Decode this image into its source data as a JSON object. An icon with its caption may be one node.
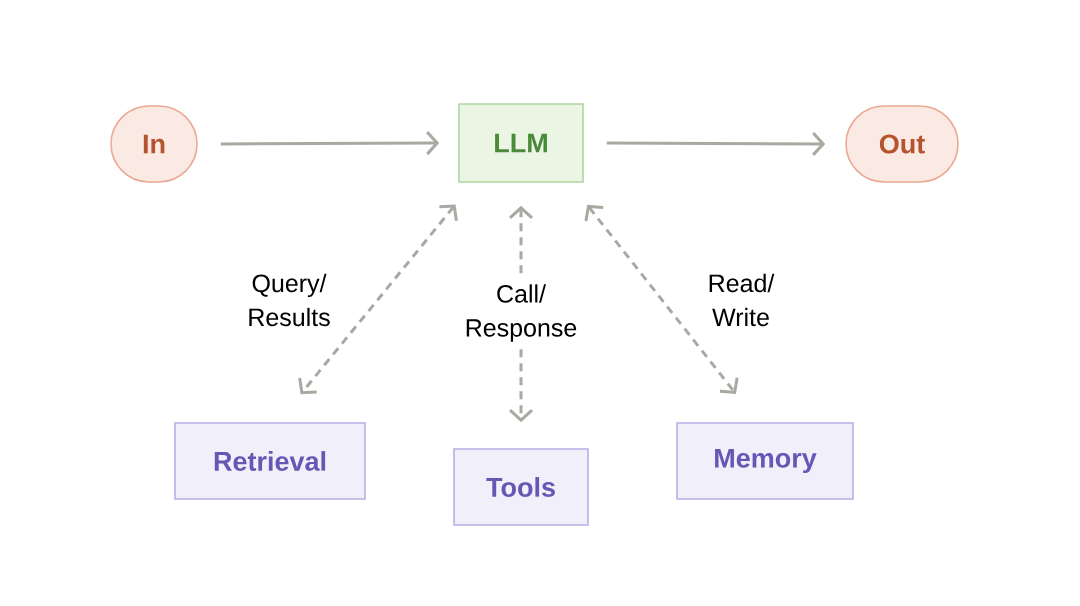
{
  "diagram": {
    "nodes": [
      {
        "text": [
          "In"
        ]
      },
      {
        "text": [
          "LLM"
        ]
      },
      {
        "text": [
          "Out"
        ]
      },
      {
        "text": [
          "Retrieval"
        ]
      },
      {
        "text": [
          "Tools"
        ]
      },
      {
        "text": [
          "Memory"
        ]
      }
    ],
    "edges": [
      {
        "from": 0,
        "to": 1,
        "arrow": "to"
      },
      {
        "from": 1,
        "to": 2,
        "arrow": "to"
      },
      {
        "from": 1,
        "to": 3,
        "arrow": "both",
        "style": "dashed",
        "label": "Query/ Results"
      },
      {
        "from": 1,
        "to": 4,
        "arrow": "both",
        "style": "dashed",
        "label": "Call/ Response"
      },
      {
        "from": 1,
        "to": 5,
        "arrow": "both",
        "style": "dashed",
        "label": "Read/ Write"
      }
    ]
  }
}
